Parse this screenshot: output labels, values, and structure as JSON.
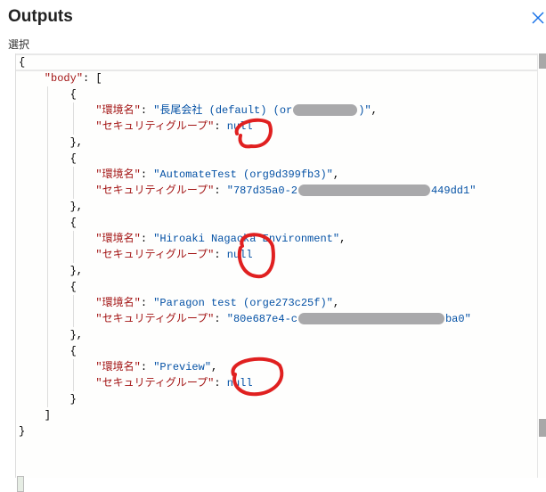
{
  "header": {
    "title": "Outputs",
    "subtitle": "選択",
    "close_icon": "close-icon"
  },
  "json_view": {
    "root_key": "body",
    "items": [
      {
        "env_key": "環境名",
        "env_value": "長尾会社 (default) (or",
        "env_value_tail": ")",
        "sec_key": "セキュリティグループ",
        "sec_value": "null",
        "sec_is_null": true
      },
      {
        "env_key": "環境名",
        "env_value": "AutomateTest (org9d399fb3)",
        "env_value_tail": "",
        "sec_key": "セキュリティグループ",
        "sec_value": "787d35a0-2",
        "sec_value_tail": "449dd1",
        "sec_is_null": false
      },
      {
        "env_key": "環境名",
        "env_value": "Hiroaki Nagaoka Environment",
        "env_value_tail": "",
        "sec_key": "セキュリティグループ",
        "sec_value": "null",
        "sec_is_null": true
      },
      {
        "env_key": "環境名",
        "env_value": "Paragon test (orge273c25f)",
        "env_value_tail": "",
        "sec_key": "セキュリティグループ",
        "sec_value": "80e687e4-c",
        "sec_value_tail": "ba0",
        "sec_is_null": false
      },
      {
        "env_key": "環境名",
        "env_value": "Preview",
        "env_value_tail": "",
        "sec_key": "セキュリティグループ",
        "sec_value": "null",
        "sec_is_null": true
      }
    ]
  },
  "colors": {
    "key": "#a31515",
    "string": "#0451a5",
    "annotation": "#e02020",
    "redaction": "#a9a9ab",
    "accent": "#1a73e8"
  }
}
